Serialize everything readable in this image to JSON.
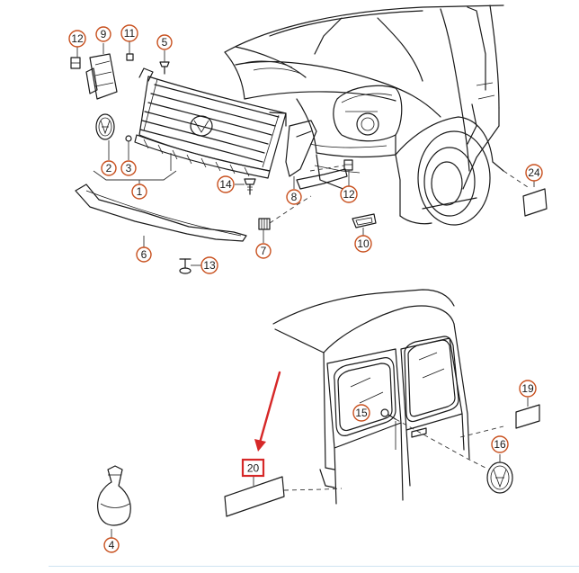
{
  "diagram": {
    "callouts": [
      {
        "id": "c1",
        "label": "1"
      },
      {
        "id": "c2",
        "label": "2"
      },
      {
        "id": "c3",
        "label": "3"
      },
      {
        "id": "c4",
        "label": "4"
      },
      {
        "id": "c5",
        "label": "5"
      },
      {
        "id": "c6",
        "label": "6"
      },
      {
        "id": "c7",
        "label": "7"
      },
      {
        "id": "c8",
        "label": "8"
      },
      {
        "id": "c9",
        "label": "9"
      },
      {
        "id": "c10",
        "label": "10"
      },
      {
        "id": "c11",
        "label": "11"
      },
      {
        "id": "c12a",
        "label": "12"
      },
      {
        "id": "c12b",
        "label": "12"
      },
      {
        "id": "c13",
        "label": "13"
      },
      {
        "id": "c14",
        "label": "14"
      },
      {
        "id": "c15",
        "label": "15"
      },
      {
        "id": "c16",
        "label": "16"
      },
      {
        "id": "c19",
        "label": "19"
      },
      {
        "id": "c24",
        "label": "24"
      }
    ],
    "highlighted_part": {
      "label": "20",
      "color": "#d62828"
    },
    "callout_color": "#c8501e",
    "line_color": "#1a1a1a"
  }
}
